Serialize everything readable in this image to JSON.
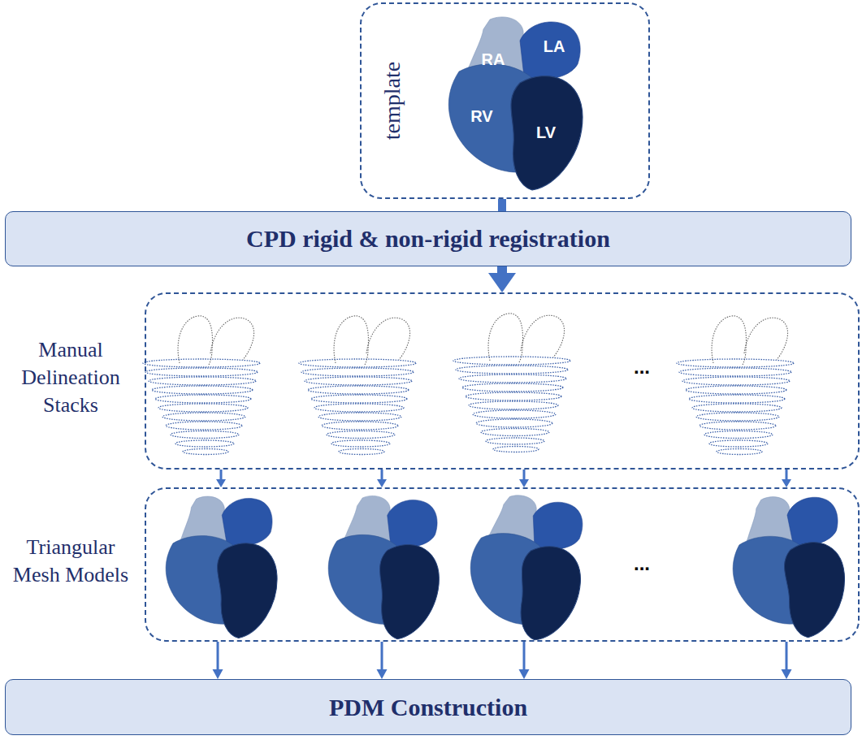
{
  "diagram": {
    "nodes": [
      {
        "text": [
          "template"
        ]
      },
      {
        "text": [
          "CPD rigid & non-rigid registration"
        ]
      },
      {
        "text": [
          "Manual Delineation Stacks"
        ]
      },
      {
        "text": [
          "Triangular Mesh Models"
        ]
      },
      {
        "text": [
          "PDM Construction"
        ]
      }
    ],
    "edges": [
      {
        "from": 0,
        "to": 1,
        "arrow": "none"
      },
      {
        "from": 1,
        "to": 2,
        "arrow": "to"
      },
      {
        "from": 2,
        "to": 3,
        "arrow": "to"
      },
      {
        "from": 2,
        "to": 3,
        "arrow": "to"
      },
      {
        "from": 2,
        "to": 3,
        "arrow": "to"
      },
      {
        "from": 2,
        "to": 3,
        "arrow": "to"
      },
      {
        "from": 3,
        "to": 4,
        "arrow": "to"
      },
      {
        "from": 3,
        "to": 4,
        "arrow": "to"
      },
      {
        "from": 3,
        "to": 4,
        "arrow": "to"
      },
      {
        "from": 3,
        "to": 4,
        "arrow": "to"
      }
    ],
    "labels": [
      "RA",
      "LA",
      "RV",
      "LV",
      "...",
      "..."
    ]
  }
}
